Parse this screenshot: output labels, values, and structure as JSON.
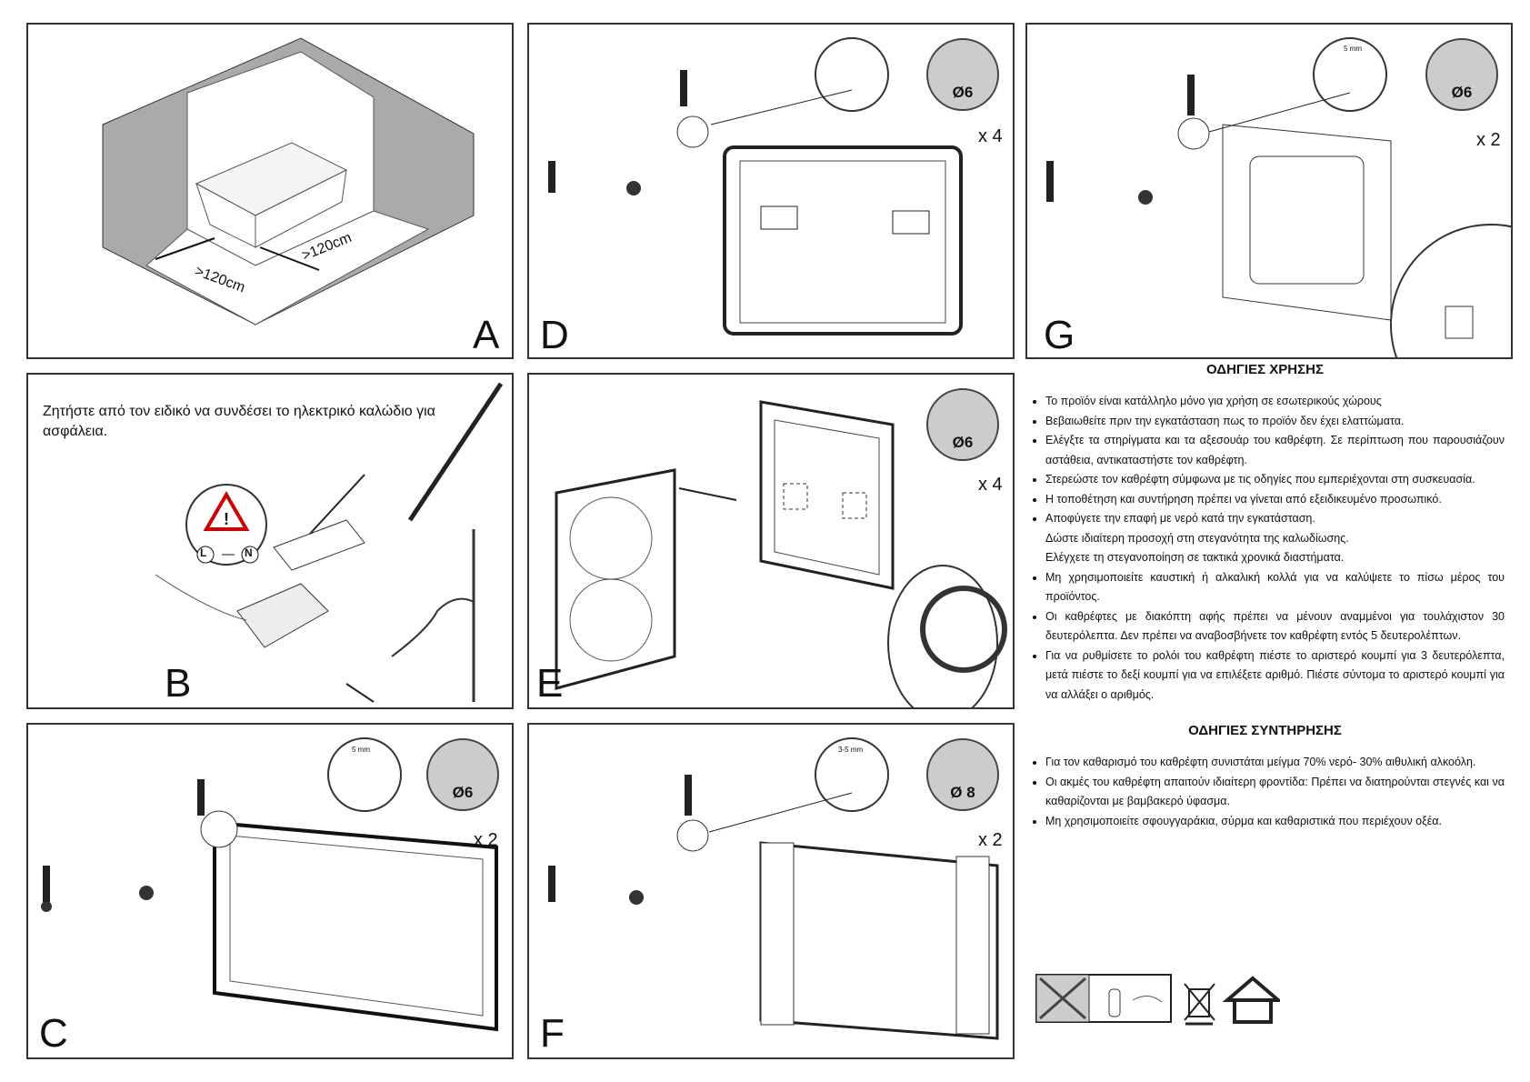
{
  "panels": {
    "a": {
      "letter": "A",
      "dim1": ">120cm",
      "dim2": ">120cm"
    },
    "b": {
      "letter": "B",
      "text": "Ζητήστε από τον ειδικό να συνδέσει το ηλεκτρικό καλώδιο για ασφάλεια.",
      "warn_l": "L",
      "warn_n": "N"
    },
    "c": {
      "letter": "C",
      "drill": "Ø6",
      "count": "x 2",
      "mm": "5 mm"
    },
    "d": {
      "letter": "D",
      "drill": "Ø6",
      "count": "x 4"
    },
    "e": {
      "letter": "E",
      "drill": "Ø6",
      "count": "x 4"
    },
    "f": {
      "letter": "F",
      "drill": "Ø 8",
      "count": "x 2",
      "mm": "3-5 mm"
    },
    "g": {
      "letter": "G",
      "drill": "Ø6",
      "count": "x 2",
      "mm": "5 mm"
    }
  },
  "usage": {
    "title": "ΟΔΗΓΙΕΣ ΧΡΗΣΗΣ",
    "items": [
      "Το προϊόν είναι κατάλληλο μόνο για χρήση σε εσωτερικούς χώρους",
      "Βεβαιωθείτε πριν την εγκατάσταση πως το προϊόν δεν έχει ελαττώματα.",
      "Ελέγξτε τα στηρίγματα και τα αξεσουάρ του καθρέφτη. Σε περίπτωση που παρουσιάζουν αστάθεια, αντικαταστήστε τον καθρέφτη.",
      "Στερεώστε τον καθρέφτη σύμφωνα με τις οδηγίες που εμπεριέχονται στη συσκευασία.",
      "Η τοποθέτηση και συντήρηση πρέπει να γίνεται από εξειδικευμένο προσωπικό.",
      "Αποφύγετε την επαφή με νερό κατά την εγκατάσταση.",
      "Μη χρησιμοποιείτε καυστική ή αλκαλική κολλά για να καλύψετε το πίσω μέρος του προϊόντος.",
      "Οι καθρέφτες με διακόπτη αφής πρέπει να μένουν αναμμένοι για τουλάχιστον 30 δευτερόλεπτα. Δεν πρέπει να αναβοσβήνετε τον καθρέφτη εντός 5 δευτερολέπτων.",
      "Για να ρυθμίσετε το ρολόι του καθρέφτη πιέστε το αριστερό κουμπί για 3 δευτερόλεπτα, μετά πιέστε το δεξί κουμπί για να επιλέξετε αριθμό. Πιέστε σύντομα το αριστερό κουμπί για να αλλάξει ο αριθμός."
    ],
    "extra_line_1": "Δώστε ιδιαίτερη προσοχή στη στεγανότητα της καλωδίωσης.",
    "extra_line_2": "Ελέγχετε τη στεγανοποίηση σε τακτικά χρονικά διαστήματα."
  },
  "maintenance": {
    "title": "ΟΔΗΓΙΕΣ ΣΥΝΤΗΡΗΣΗΣ",
    "items": [
      "Για τον καθαρισμό του καθρέφτη συνιστάται μείγμα 70% νερό- 30% αιθυλική αλκοόλη.",
      "Οι ακμές του καθρέφτη απαιτούν ιδιαίτερη φροντίδα: Πρέπει να διατηρούνται στεγνές και να καθαρίζονται με βαμβακερό ύφασμα.",
      "Μη χρησιμοποιείτε σφουγγαράκια, σύρμα και καθαριστικά που περιέχουν οξέα."
    ]
  },
  "icons": [
    "no-abrasive-cleaners-icon",
    "recycle-bin-crossed-icon",
    "indoor-use-house-icon"
  ]
}
